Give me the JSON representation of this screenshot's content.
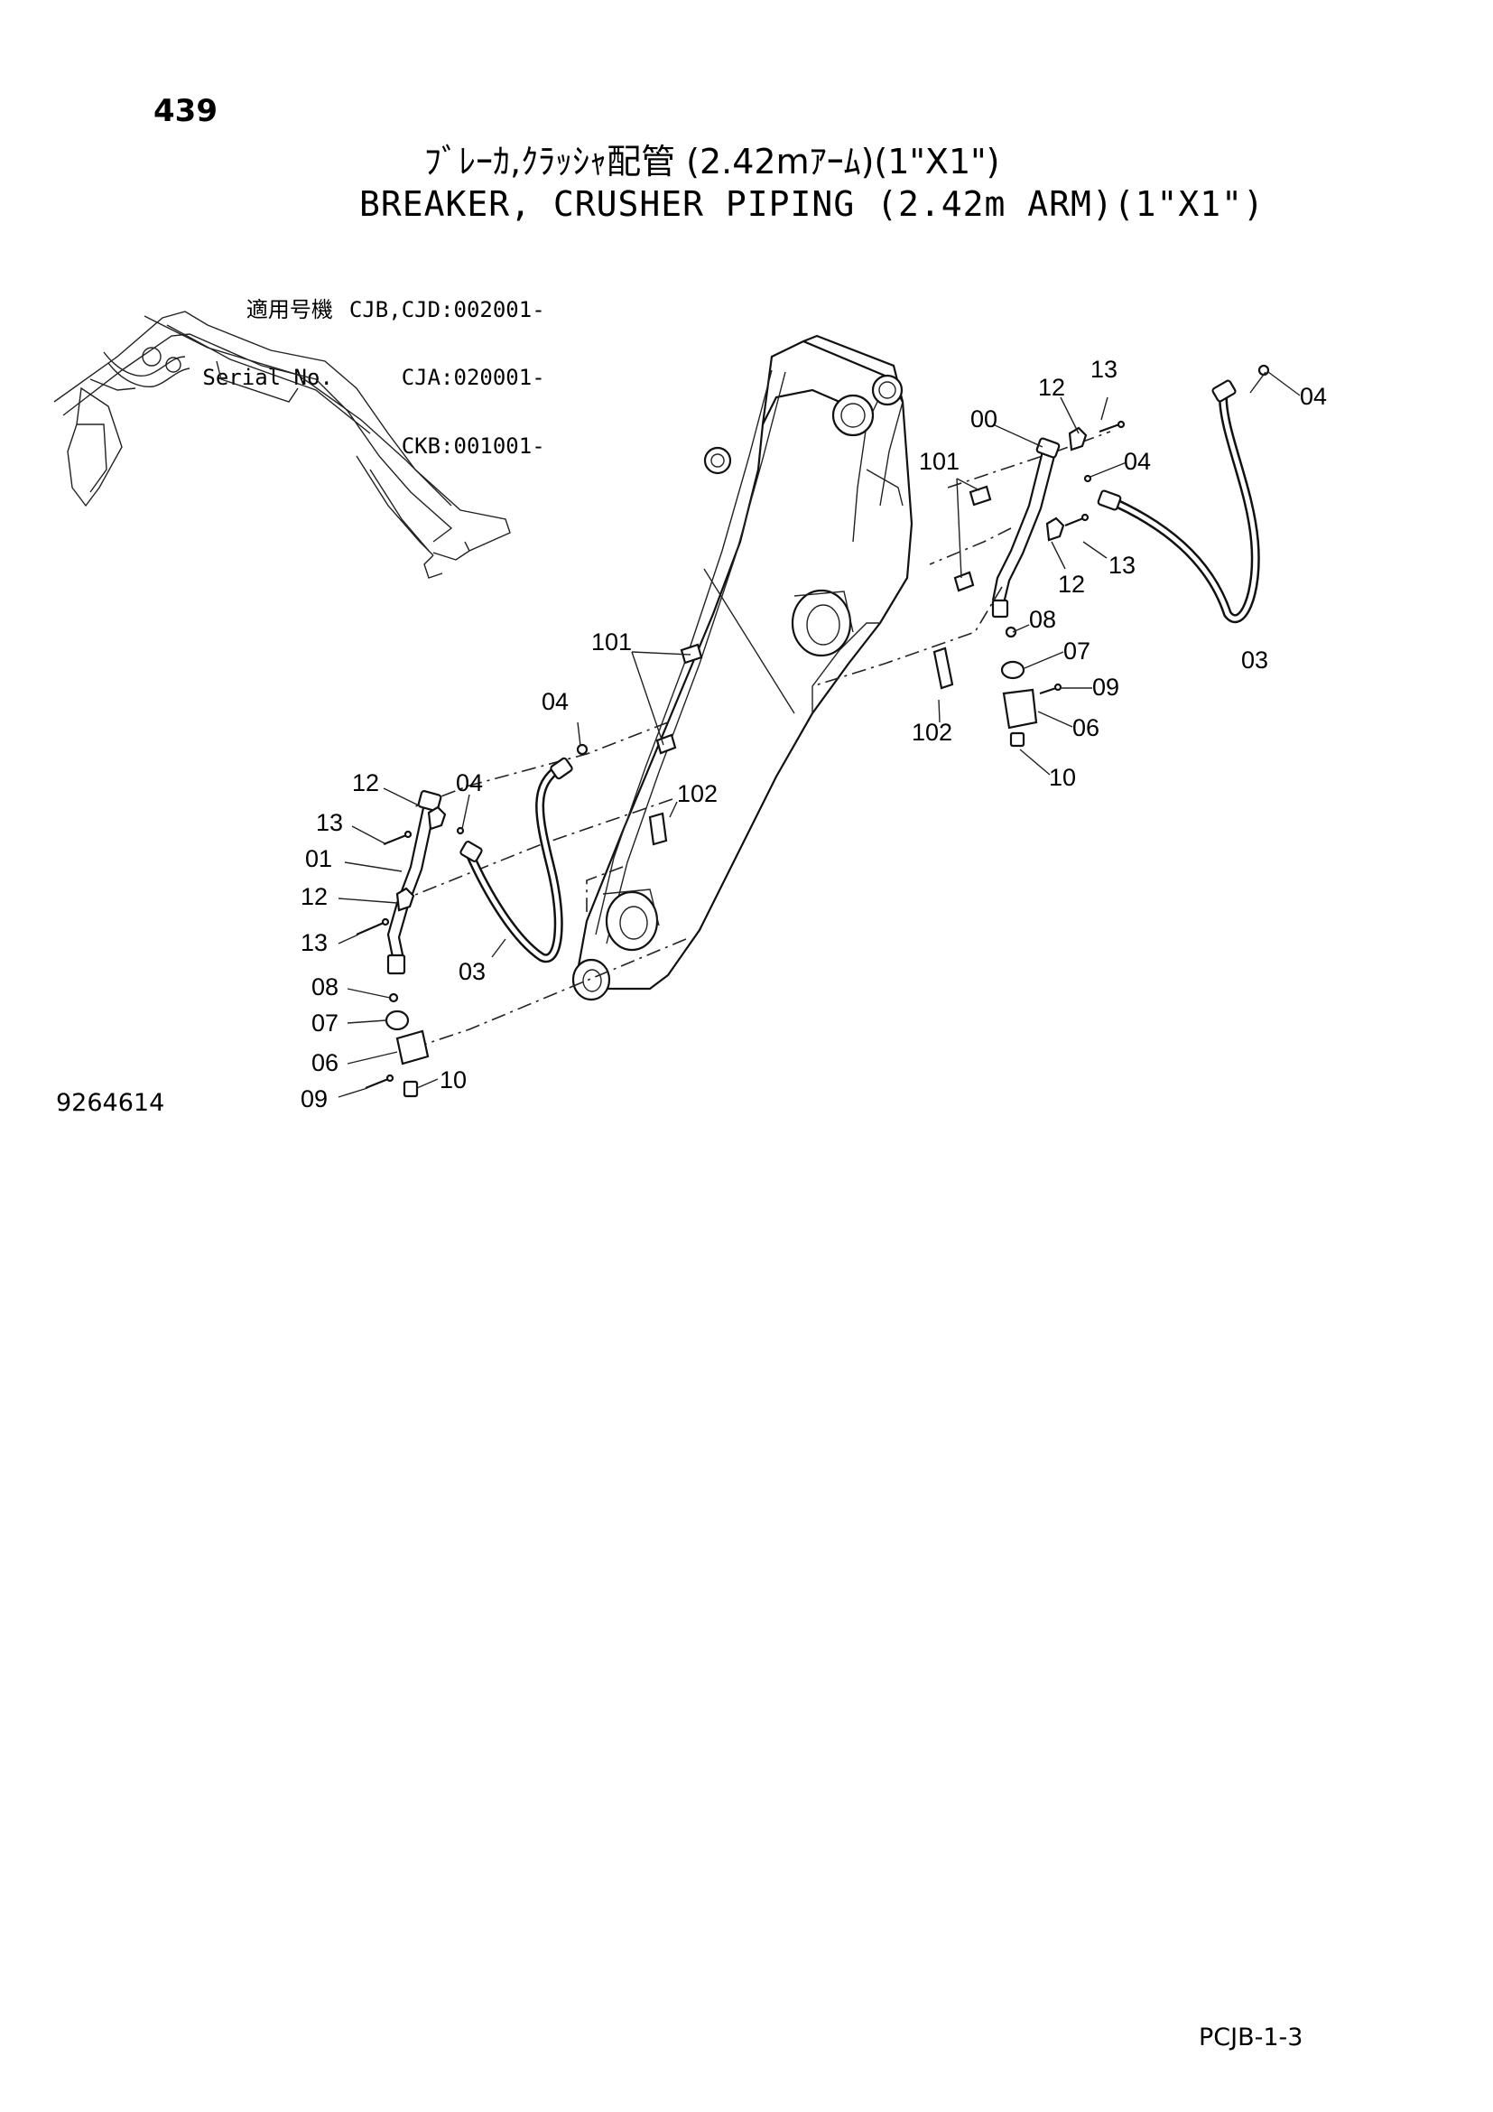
{
  "page_number": "439",
  "title_jp": "ﾌﾞﾚｰｶ,ｸﾗｯｼｬ配管 (2.42mｱｰﾑ)(1\"X1\")",
  "title_en": "BREAKER, CRUSHER PIPING (2.42m ARM)(1\"X1\")",
  "serial": {
    "label_jp": "適用号機",
    "label_en": "Serial No.",
    "codes": [
      "CJB,CJD:002001-",
      "CJA:020001-",
      "CKB:001001-"
    ]
  },
  "drawing_number": "9264614",
  "footer_code": "PCJB-1-3",
  "callouts": {
    "c13_top": "13",
    "c12_top": "12",
    "c00": "00",
    "c04_top": "04",
    "c04_mid": "04",
    "c101_top": "101",
    "c13_right": "13",
    "c12_right": "12",
    "c03_right": "03",
    "c08_right": "08",
    "c07_right": "07",
    "c09_right": "09",
    "c06_right": "06",
    "c102_right": "102",
    "c10_right": "10",
    "c101_mid": "101",
    "c04_left_hose": "04",
    "c102_left": "102",
    "c12_left_top": "12",
    "c04_left": "04",
    "c13_left_top": "13",
    "c01": "01",
    "c12_left_bot": "12",
    "c13_left_bot": "13",
    "c03_left": "03",
    "c08_left": "08",
    "c07_left": "07",
    "c06_left": "06",
    "c10_left": "10",
    "c09_left": "09"
  }
}
